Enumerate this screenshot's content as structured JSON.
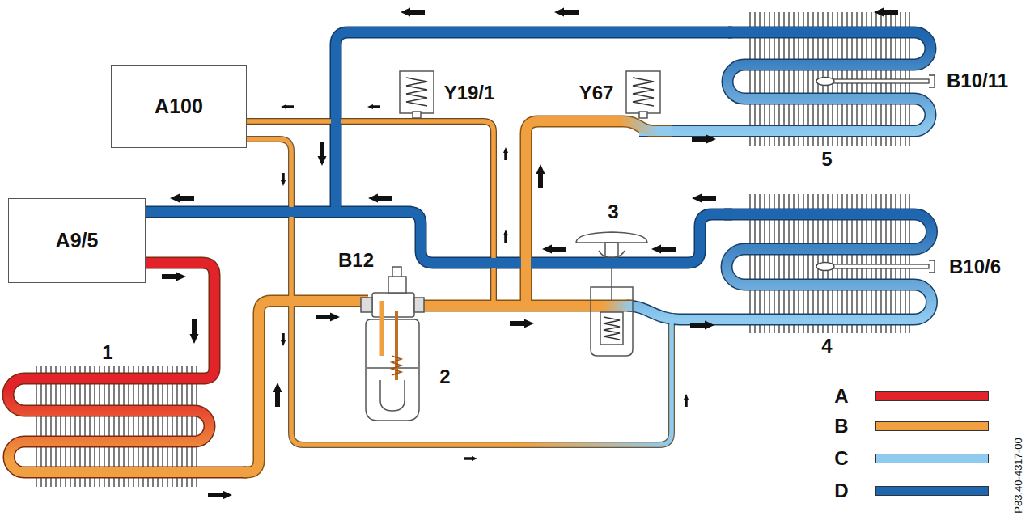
{
  "diagram": {
    "nodes": [
      {
        "text": [
          "A100"
        ]
      },
      {
        "text": [
          "A9/5"
        ]
      }
    ],
    "labels": [
      "Y19/1",
      "Y67",
      "B10/11",
      "B12",
      "3",
      "B10/6",
      "1",
      "2",
      "5",
      "4",
      "P83.40-4317-00"
    ],
    "legend": [
      {
        "text": "A",
        "color": "#e2232a"
      },
      {
        "text": "B",
        "color": "#f0a040"
      },
      {
        "text": "C",
        "color": "#8fcaef"
      },
      {
        "text": "D",
        "color": "#1f66b0"
      }
    ]
  }
}
